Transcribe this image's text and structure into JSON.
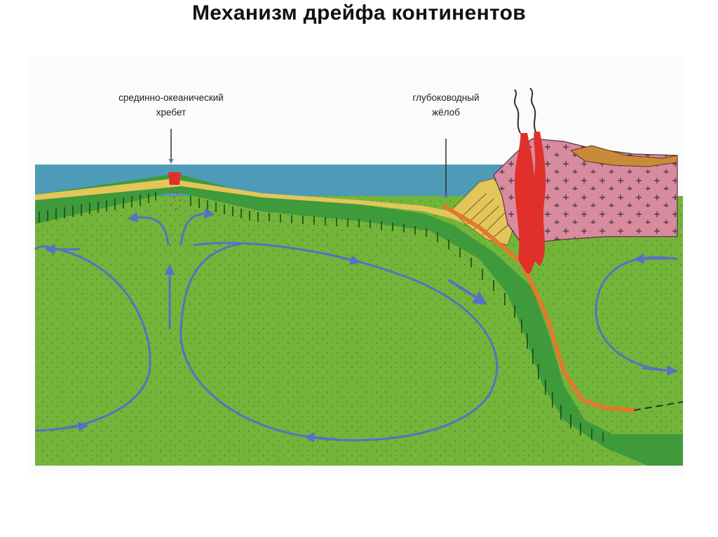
{
  "slide": {
    "title": "Механизм дрейфа континентов"
  },
  "diagram": {
    "labels": {
      "ridge_line1": "срединно-океанический",
      "ridge_line2": "хребет",
      "trench_line1": "глубоководный",
      "trench_line2": "жёлоб"
    },
    "colors": {
      "ocean": "#4e9bb8",
      "mantle": "#72b53a",
      "crust": "#3f9a3c",
      "sediment": "#e3c65a",
      "continent": "#d88a9e",
      "magma": "#e0302a",
      "subduction_line": "#e27a2c",
      "arrow": "#5b6fc4"
    }
  }
}
